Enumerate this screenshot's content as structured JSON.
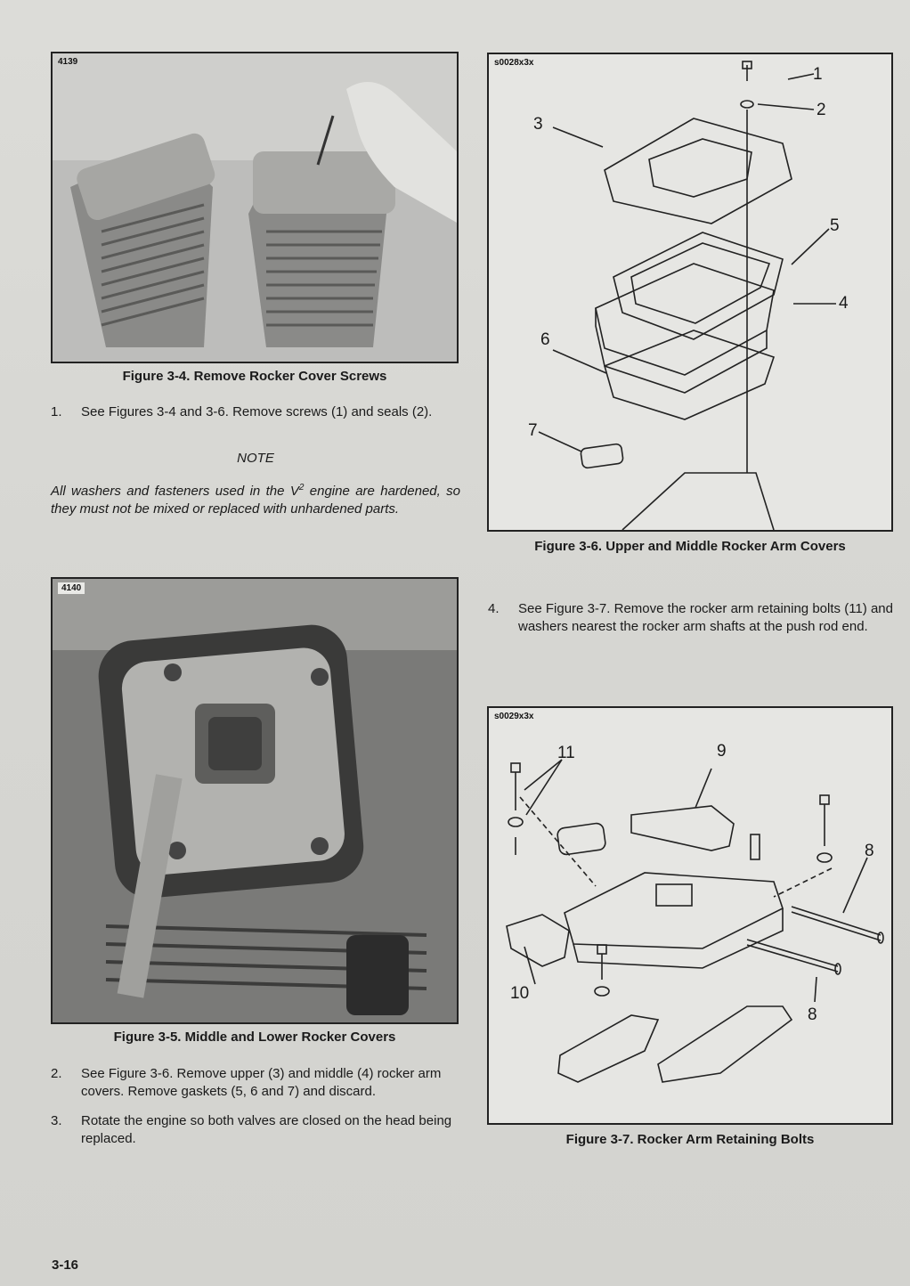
{
  "figures": {
    "fig34": {
      "tag": "4139",
      "caption": "Figure 3-4. Remove Rocker Cover Screws"
    },
    "fig35": {
      "tag": "4140",
      "caption": "Figure 3-5. Middle and Lower Rocker Covers"
    },
    "fig36": {
      "tag": "s0028x3x",
      "caption": "Figure 3-6. Upper and Middle Rocker Arm Covers",
      "callouts": [
        "1",
        "2",
        "3",
        "4",
        "5",
        "6",
        "7"
      ]
    },
    "fig37": {
      "tag": "s0029x3x",
      "caption": "Figure 3-7. Rocker Arm Retaining Bolts",
      "callouts": [
        "11",
        "9",
        "8",
        "10",
        "8"
      ]
    }
  },
  "steps": [
    {
      "num": "1.",
      "text": "See Figures 3-4 and 3-6. Remove screws (1) and seals (2)."
    },
    {
      "num": "2.",
      "text": "See Figure 3-6. Remove upper (3) and middle (4) rocker arm covers. Remove gaskets (5, 6 and 7) and discard."
    },
    {
      "num": "3.",
      "text": "Rotate the engine so both valves are closed on the head being replaced."
    },
    {
      "num": "4.",
      "text": "See Figure 3-7. Remove the rocker arm retaining bolts (11) and washers nearest the rocker arm shafts at the push rod end."
    }
  ],
  "note": {
    "title": "NOTE",
    "body_pre": "All washers and fasteners used in the V",
    "body_sup": "2",
    "body_post": " engine are hardened, so they must not be mixed or replaced with unhardened parts."
  },
  "footer": {
    "page_number": "3-16"
  }
}
